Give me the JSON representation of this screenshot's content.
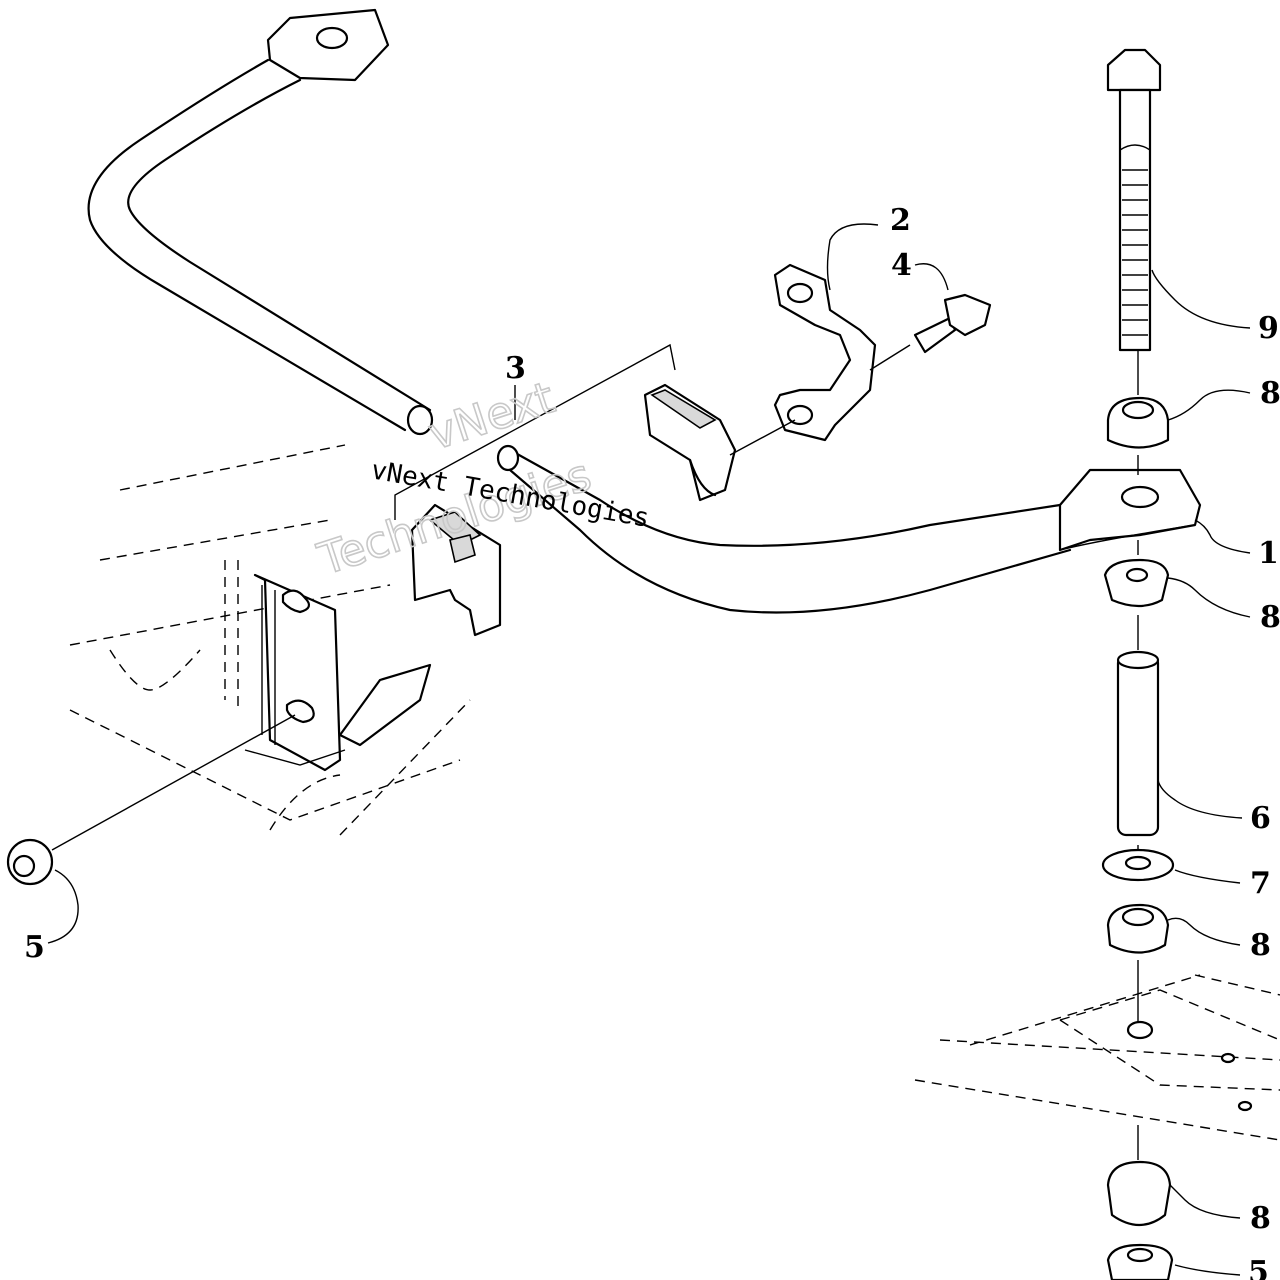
{
  "diagram": {
    "callouts": {
      "c1": "1",
      "c2": "2",
      "c3": "3",
      "c4": "4",
      "c5_left": "5",
      "c5_bottom": "5",
      "c6": "6",
      "c7": "7",
      "c8_a": "8",
      "c8_b": "8",
      "c8_c": "8",
      "c8_d": "8",
      "c9": "9"
    },
    "watermark": {
      "line1": "vNext Technologies",
      "big_line1": "vNext",
      "big_line2": "Technologies"
    }
  }
}
